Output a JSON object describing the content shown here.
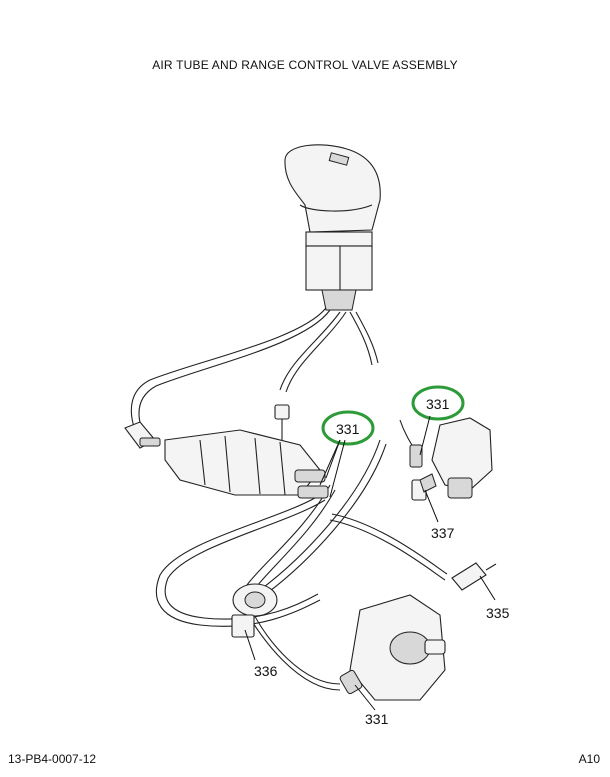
{
  "title": "AIR TUBE AND RANGE CONTROL VALVE ASSEMBLY",
  "footer": {
    "drawing_number": "13-PB4-0007-12",
    "page_ref": "A10"
  },
  "callouts": {
    "c1": "331",
    "c2": "331",
    "c3": "337",
    "c4": "335",
    "c5": "336",
    "c6": "331"
  },
  "highlight_color": "#2e9b3a"
}
